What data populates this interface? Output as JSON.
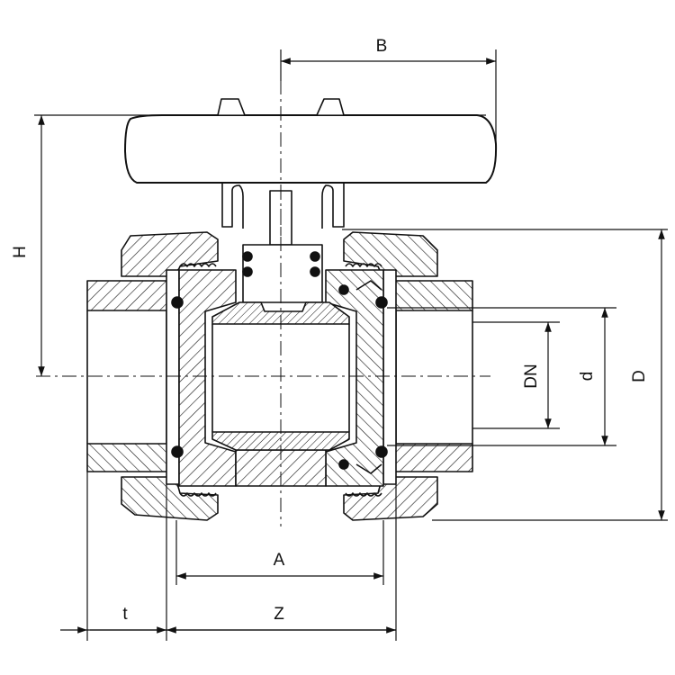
{
  "diagram": {
    "dimensions": {
      "B": "B",
      "H": "H",
      "D": "D",
      "d": "d",
      "DN": "DN",
      "A": "A",
      "t": "t",
      "Z": "Z"
    }
  }
}
